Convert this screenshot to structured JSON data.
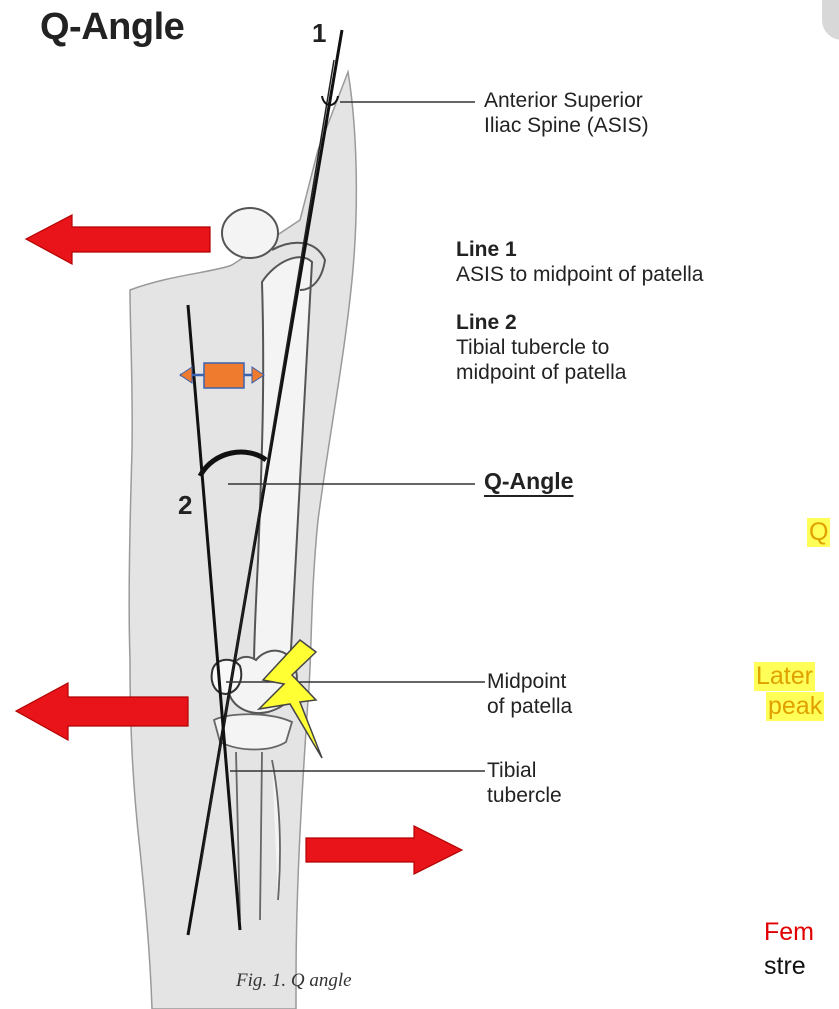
{
  "title": "Q-Angle",
  "line_numbers": {
    "one": "1",
    "two": "2"
  },
  "labels": {
    "asis": [
      "Anterior Superior",
      "Iliac Spine (ASIS)"
    ],
    "line1_title": "Line 1",
    "line1_desc": "ASIS to midpoint of patella",
    "line2_title": "Line 2",
    "line2_desc": [
      "Tibial tubercle to",
      "midpoint of patella"
    ],
    "q_angle": "Q-Angle",
    "midpoint": [
      "Midpoint",
      "of patella"
    ],
    "tubercle": [
      "Tibial",
      "tubercle"
    ]
  },
  "caption": "Fig. 1. Q angle",
  "side_text": {
    "q_fragment": "Q",
    "later_fragment": "Later",
    "peak_fragment": "peak",
    "fem_fragment": "Fem",
    "stre_fragment": "stre"
  },
  "colors": {
    "arrow_red": "#e8141a",
    "arrow_orange": "#ee7b2e",
    "arrow_blue_edge": "#3b62b0",
    "bolt_yellow": "#ffff33",
    "highlight_yellow": "#ffff57",
    "highlight_text": "#e0a000",
    "red_text": "#e00000"
  },
  "icons": [
    "arrow-left-icon",
    "arrow-right-icon",
    "double-arrow-icon",
    "lightning-bolt-icon"
  ]
}
